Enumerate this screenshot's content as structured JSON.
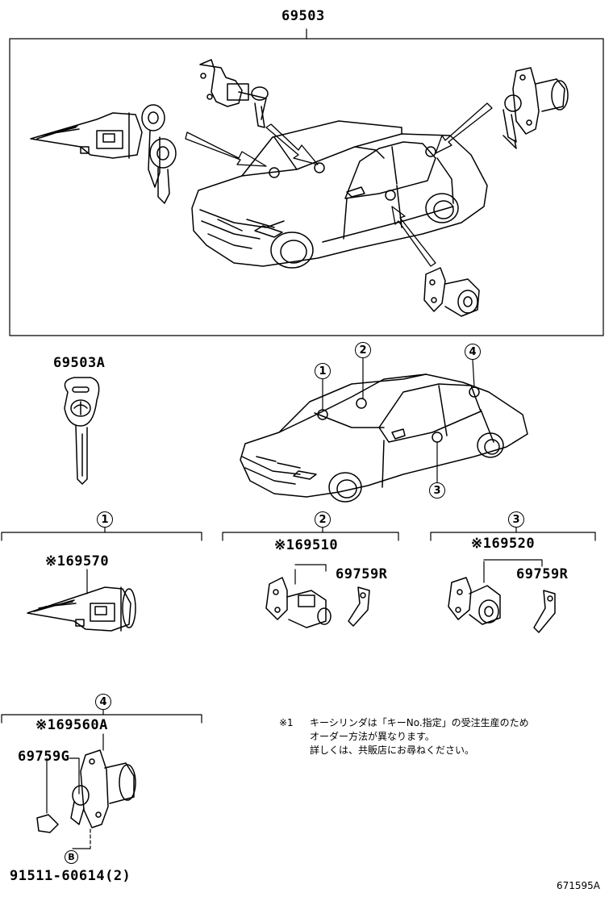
{
  "labels": {
    "main_assembly": "69503",
    "key_blank": "69503A",
    "ignition_cyl": "※169570",
    "door_cyl_front": "※169510",
    "door_cyl_rear": "※169520",
    "lever_2": "69759R",
    "lever_3": "69759R",
    "trunk_cyl": "※169560A",
    "lever_4": "69759G",
    "screw": "91511-60614(2)",
    "screw_mark": "B",
    "figure_code": "671595A"
  },
  "callouts": {
    "c1": "1",
    "c2": "2",
    "c3": "3",
    "c4": "4"
  },
  "note": {
    "mark": "※1",
    "line1": "キーシリンダは「キーNo.指定」の受注生産のため",
    "line2": "オーダー方法が異なります。",
    "line3": "詳しくは、共販店にお尋ねください。"
  }
}
